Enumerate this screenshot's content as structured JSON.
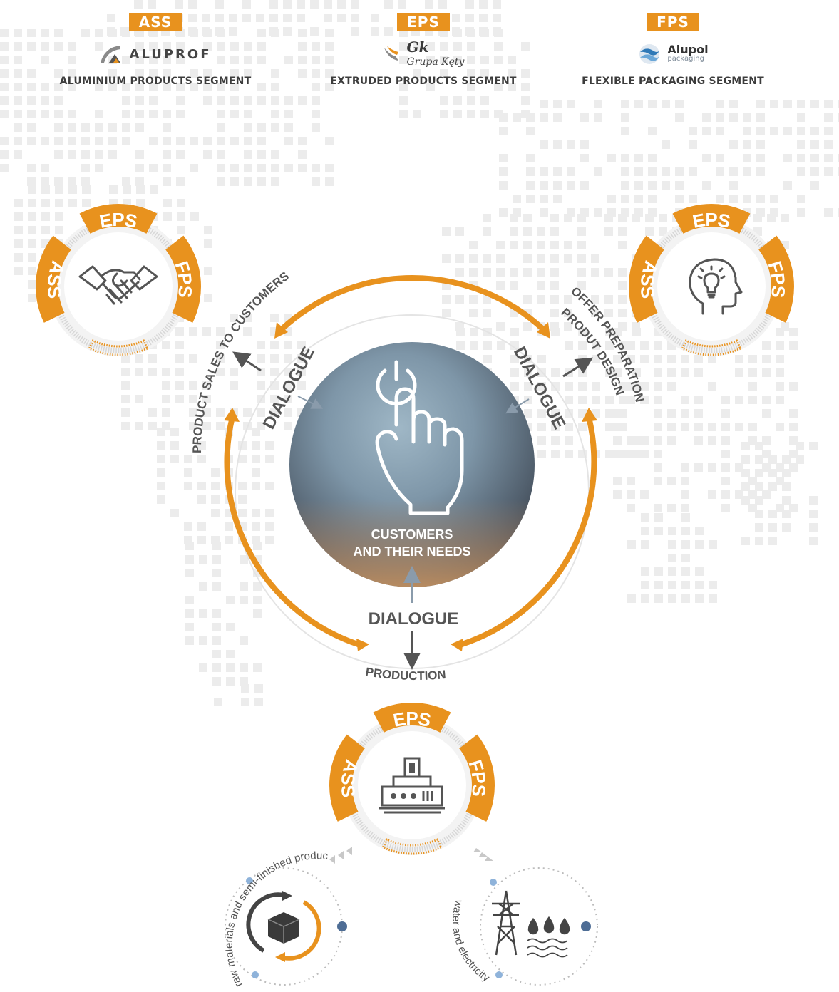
{
  "segments": [
    {
      "tag": "ASS",
      "logo_text": "ALUPROF",
      "name": "ALUMINIUM PRODUCTS SEGMENT"
    },
    {
      "tag": "EPS",
      "logo_text": "Gk",
      "logo_subtext": "Grupa Kęty",
      "name": "EXTRUDED PRODUCTS SEGMENT"
    },
    {
      "tag": "FPS",
      "logo_text": "Alupol",
      "logo_subtext": "packaging",
      "name": "FLEXIBLE PACKAGING SEGMENT"
    }
  ],
  "badges": {
    "labels": {
      "left": "ASS",
      "top": "EPS",
      "right": "FPS"
    },
    "items": [
      {
        "id": "sales",
        "icon": "handshake-icon"
      },
      {
        "id": "design",
        "icon": "head-lightbulb-icon"
      },
      {
        "id": "production",
        "icon": "machine-icon"
      }
    ]
  },
  "center": {
    "icon": "touch-hand-icon",
    "title_line1": "CUSTOMERS",
    "title_line2": "AND THEIR NEEDS"
  },
  "dialogue": {
    "left": "DIALOGUE",
    "right": "DIALOGUE",
    "bottom": "DIALOGUE"
  },
  "stages": {
    "sales": "PRODUCT SALES TO CUSTOMERS",
    "offer": "OFFER PREPARATION",
    "design": "PRODUT DESIGN",
    "production": "PRODUCTION"
  },
  "inputs": {
    "materials": {
      "label": "raw materials and semi-finished products",
      "icon": "box-cycle-icon"
    },
    "utilities": {
      "label": "water and electricity",
      "icon": "pylon-water-icon"
    }
  },
  "colors": {
    "accent": "#E8921E",
    "dark": "#555555",
    "map": "#ececec"
  }
}
